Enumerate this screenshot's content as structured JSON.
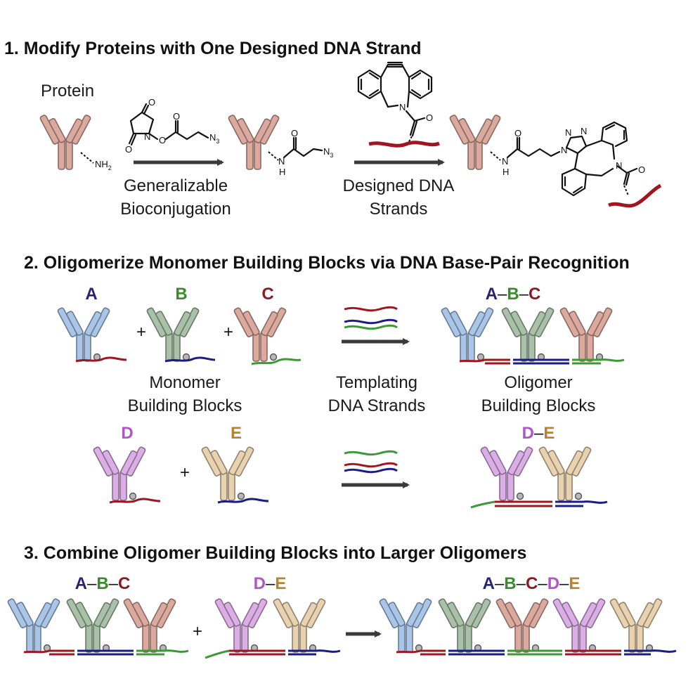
{
  "sections": {
    "s1": {
      "title": "1. Modify Proteins with One Designed DNA Strand"
    },
    "s2": {
      "title": "2. Oligomerize Monomer Building Blocks via DNA Base-Pair Recognition"
    },
    "s3": {
      "title": "3. Combine Oligomer Building Blocks into Larger Oligomers"
    }
  },
  "step1": {
    "protein_label": "Protein",
    "nh2": "NH",
    "nh2_sub": "2",
    "n3_a": "N",
    "n3_b": "N",
    "n3_sub": "3",
    "atom_o1": "O",
    "atom_o2": "O",
    "atom_o3": "O",
    "atom_o4": "O",
    "atom_o5": "O",
    "atom_o6": "O",
    "atom_n_nhs": "N",
    "atom_n_dbco": "N",
    "atom_n_amide1": "N",
    "atom_h_amide1": "H",
    "atom_n_amide2": "N",
    "atom_h_amide2": "H",
    "atom_n_dbco2": "N",
    "triazole_n1": "N",
    "triazole_n2": "N",
    "triazole_n3": "N",
    "arrow1_line1": "Generalizable",
    "arrow1_line2": "Bioconjugation",
    "arrow2_line1": "Designed DNA",
    "arrow2_line2": "Strands"
  },
  "step2": {
    "label_a": "A",
    "label_b": "B",
    "label_c": "C",
    "label_d": "D",
    "label_e": "E",
    "plus": "+",
    "abc_a": "A",
    "abc_dash1": "–",
    "abc_b": "B",
    "abc_dash2": "–",
    "abc_c": "C",
    "de_d": "D",
    "de_dash": "–",
    "de_e": "E",
    "monomer_line1": "Monomer",
    "monomer_line2": "Building Blocks",
    "templating_line1": "Templating",
    "templating_line2": "DNA Strands",
    "oligomer_line1": "Oligomer",
    "oligomer_line2": "Building Blocks"
  },
  "step3": {
    "abc_a": "A",
    "abc_dash1": "–",
    "abc_b": "B",
    "abc_dash2": "–",
    "abc_c": "C",
    "de_d": "D",
    "de_dash": "–",
    "de_e": "E",
    "plus": "+",
    "final_a": "A",
    "final_d1": "–",
    "final_b": "B",
    "final_d2": "–",
    "final_c": "C",
    "final_d3": "–",
    "final_d": "D",
    "final_d4": "–",
    "final_e": "E"
  },
  "colors": {
    "protein_a": "#a9c6e8",
    "protein_b": "#a9c1a8",
    "protein_c": "#dba99e",
    "protein_d": "#dcaee6",
    "protein_e": "#e8d2b0",
    "label_a": "#25227a",
    "label_b": "#3b8a2e",
    "label_c": "#8a1a1f",
    "label_d": "#b155c9",
    "label_e": "#b98232",
    "dna_red": "#a01620",
    "dna_blue": "#1c1c86",
    "dna_green": "#3b9a35",
    "arrow": "#3a3a3a"
  }
}
